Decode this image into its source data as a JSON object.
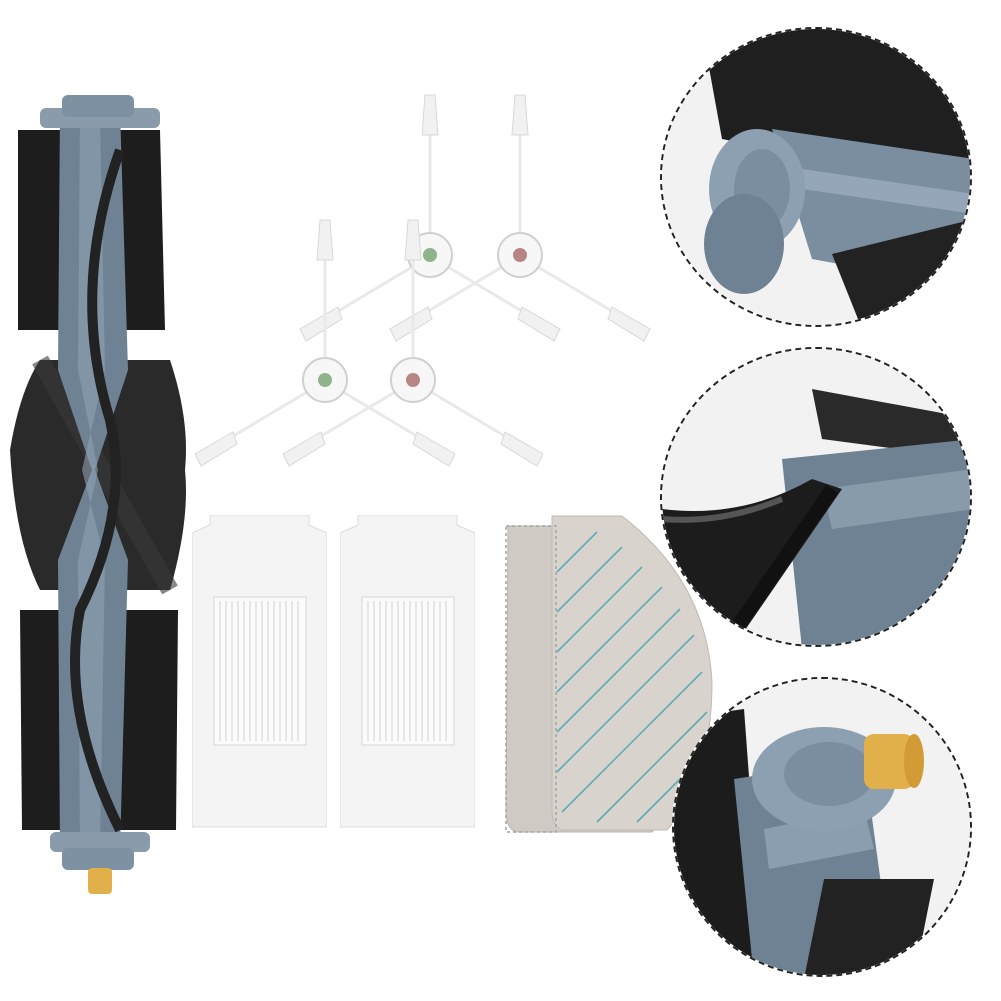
{
  "product": {
    "colors": {
      "brush_blue": "#6f8294",
      "brush_blue_light": "#8fa2b3",
      "bristle_black": "#1d1d1d",
      "filter_white": "#f4f4f4",
      "mop_grey": "#cfcac4",
      "mop_teal": "#4aa3b0",
      "axle_yellow": "#e2b04a",
      "marker_green": "#8fb38a",
      "marker_red": "#b88585"
    },
    "items": [
      {
        "name": "main-roller-brush",
        "count": 1
      },
      {
        "name": "side-brush",
        "count": 4
      },
      {
        "name": "hepa-filter",
        "count": 2
      },
      {
        "name": "mop-pad",
        "count": 2
      }
    ],
    "detail_views": [
      "brush-end-cap",
      "bristle-blade",
      "brush-axle-end"
    ]
  }
}
